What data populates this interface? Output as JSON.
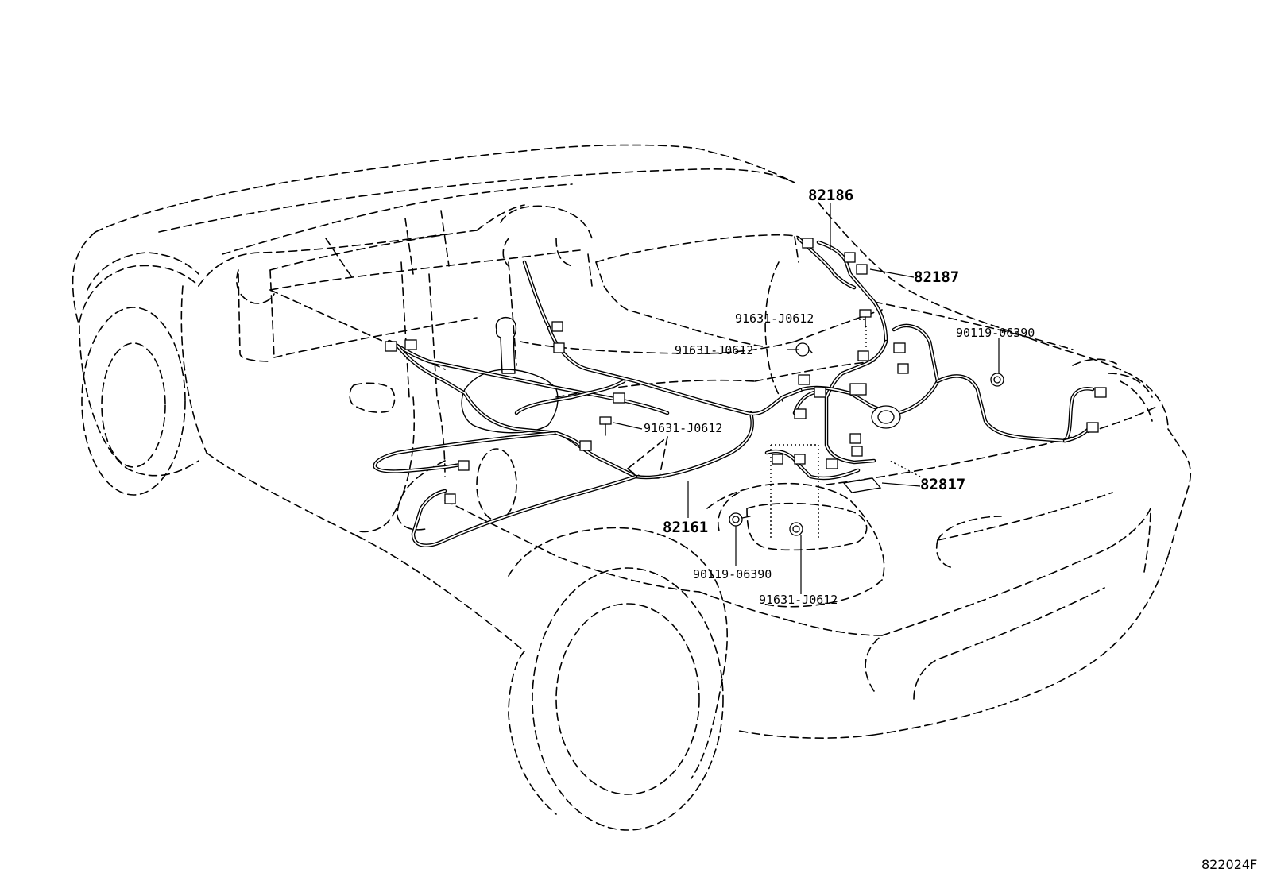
{
  "callouts": {
    "p82186": "82186",
    "p82187": "82187",
    "p91631_a": "91631-J0612",
    "p90119_a": "90119-06390",
    "p91631_b": "91631-J0612",
    "p91631_c": "91631-J0612",
    "p82817": "82817",
    "p82161": "82161",
    "p90119_b": "90119-06390",
    "p91631_d": "91631-J0612"
  },
  "diagram_code": "822024F"
}
